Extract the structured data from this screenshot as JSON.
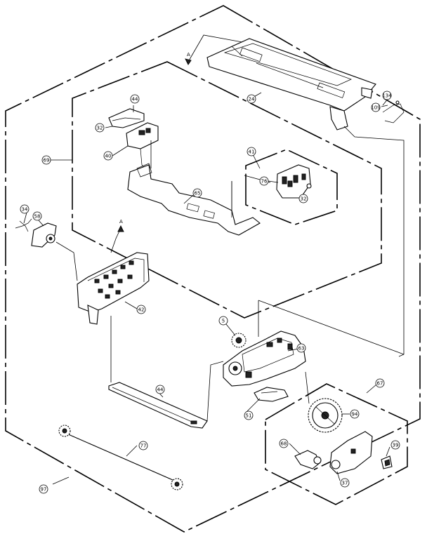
{
  "diagram": {
    "callouts": {
      "c24": "24",
      "c44a": "44",
      "c134": "134",
      "c109": "109",
      "c32a": "32",
      "c40": "40",
      "c69": "69",
      "c41": "41",
      "c76": "76",
      "c32b": "32",
      "c65": "65",
      "c34": "34",
      "c58": "58",
      "c42": "42",
      "c5": "5",
      "c63": "63",
      "c44b": "44",
      "c51": "51",
      "c67": "67",
      "c94": "94",
      "c68": "68",
      "c39": "39",
      "c37": "37",
      "c77": "77",
      "c97": "97"
    },
    "arrow_marks": {
      "a1": "A",
      "a2": "A"
    }
  }
}
